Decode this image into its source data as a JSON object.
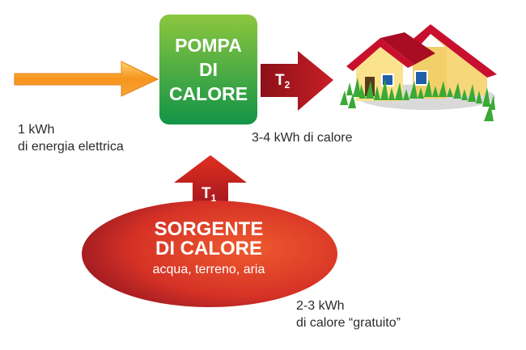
{
  "heat_pump": {
    "lines": [
      "POMPA",
      "DI",
      "CALORE"
    ]
  },
  "heat_source": {
    "title_lines": [
      "SORGENTE",
      "DI CALORE"
    ],
    "subtitle": "acqua, terreno, aria"
  },
  "arrows": {
    "output_temp": {
      "symbol": "T",
      "index": "2"
    },
    "source_temp": {
      "symbol": "T",
      "index": "1"
    }
  },
  "labels": {
    "electric_input": [
      "1 kWh",
      "di energia elettrica"
    ],
    "heat_output": "3-4 kWh di calore",
    "free_heat": [
      "2-3 kWh",
      "di calore “gratuito”"
    ]
  },
  "colors": {
    "pump_green_light": "#8cc63f",
    "pump_green_dark": "#1a9a4a",
    "arrow_red": "#b21a20",
    "source_red_light": "#e8452b",
    "source_red_dark": "#9e1520",
    "input_arrow_orange": "#f7941d",
    "house_wall": "#fbe38e",
    "house_roof": "#c8102e",
    "grass": "#3aa935"
  },
  "icons": [
    "input-arrow-icon",
    "house-icon",
    "grass-icon"
  ]
}
